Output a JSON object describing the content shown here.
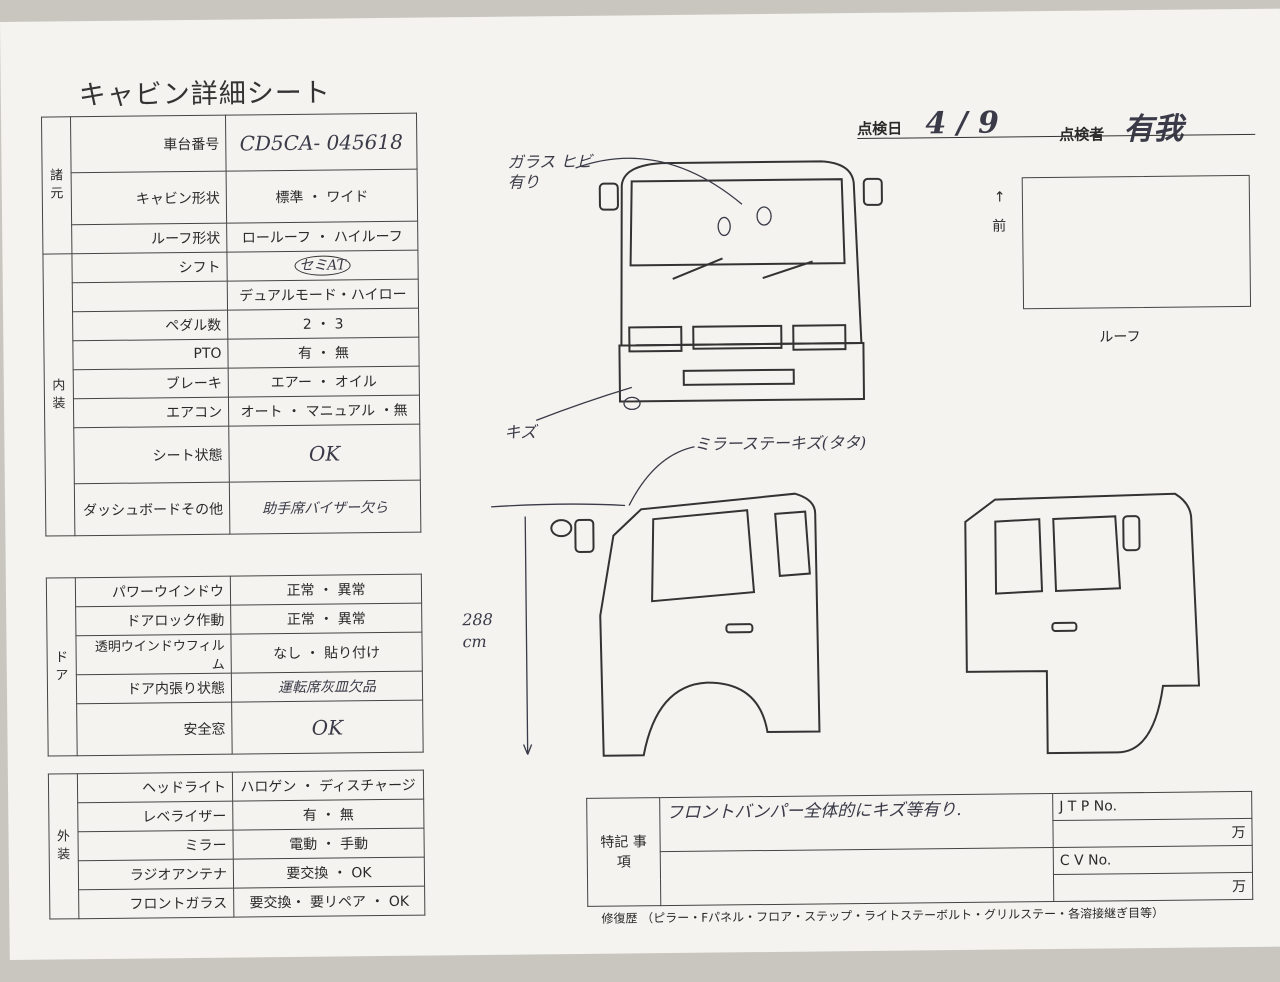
{
  "title": "キャビン詳細シート",
  "inspection": {
    "date_label": "点検日",
    "date_value": "4 / 9",
    "inspector_label": "点検者",
    "inspector_value": "有我"
  },
  "specs": {
    "group": "諸元",
    "rows": [
      {
        "label": "車台番号",
        "value": "CD5CA- 045618"
      },
      {
        "label": "キャビン形状",
        "value": "標準 ・ ワイド"
      },
      {
        "label": "ルーフ形状",
        "value": "ロールーフ ・ ハイルーフ"
      }
    ]
  },
  "interior": {
    "group": "内装",
    "rows": [
      {
        "label": "シフト",
        "value": "セミAT"
      },
      {
        "label": "",
        "value": "デュアルモード・ハイロー"
      },
      {
        "label": "ペダル数",
        "value": "2 ・ 3"
      },
      {
        "label": "PTO",
        "value": "有 ・ 無"
      },
      {
        "label": "ブレーキ",
        "value": "エアー ・ オイル"
      },
      {
        "label": "エアコン",
        "value": "オート ・ マニュアル ・無"
      },
      {
        "label": "シート状態",
        "value": "OK"
      },
      {
        "label": "ダッシュボードその他",
        "value": "助手席バイザー欠ら"
      }
    ]
  },
  "door": {
    "group": "ドア",
    "rows": [
      {
        "label": "パワーウインドウ",
        "value": "正常 ・ 異常"
      },
      {
        "label": "ドアロック作動",
        "value": "正常 ・ 異常"
      },
      {
        "label": "透明ウインドウフィルム",
        "value": "なし ・ 貼り付け"
      },
      {
        "label": "ドア内張り状態",
        "value": "運転席灰皿欠品"
      },
      {
        "label": "安全窓",
        "value": "OK"
      }
    ]
  },
  "exterior": {
    "group": "外装",
    "rows": [
      {
        "label": "ヘッドライト",
        "value": "ハロゲン ・ ディスチャージ"
      },
      {
        "label": "レベライザー",
        "value": "有 ・ 無"
      },
      {
        "label": "ミラー",
        "value": "電動 ・ 手動"
      },
      {
        "label": "ラジオアンテナ",
        "value": "要交換 ・ OK"
      },
      {
        "label": "フロントガラス",
        "value": "要交換・ 要リペア ・ OK"
      }
    ]
  },
  "diagram": {
    "front_note": "ガラス ヒビ有り",
    "scratch_note": "キズ",
    "mirror_note": "ミラーステーキズ(タタ)",
    "height_note": "288 cm",
    "front_arrow": "前",
    "roof_label": "ルーフ"
  },
  "notes": {
    "label": "特記 事項",
    "text": "フロントバンパー全体的にキズ等有り.",
    "jtp_label": "J T P No.",
    "cv_label": "C V No.",
    "unit": "万"
  },
  "footer": "修復歴 （ピラー・Fパネル・フロア・ステップ・ライトステーボルト・グリルステー・各溶接継ぎ目等）"
}
